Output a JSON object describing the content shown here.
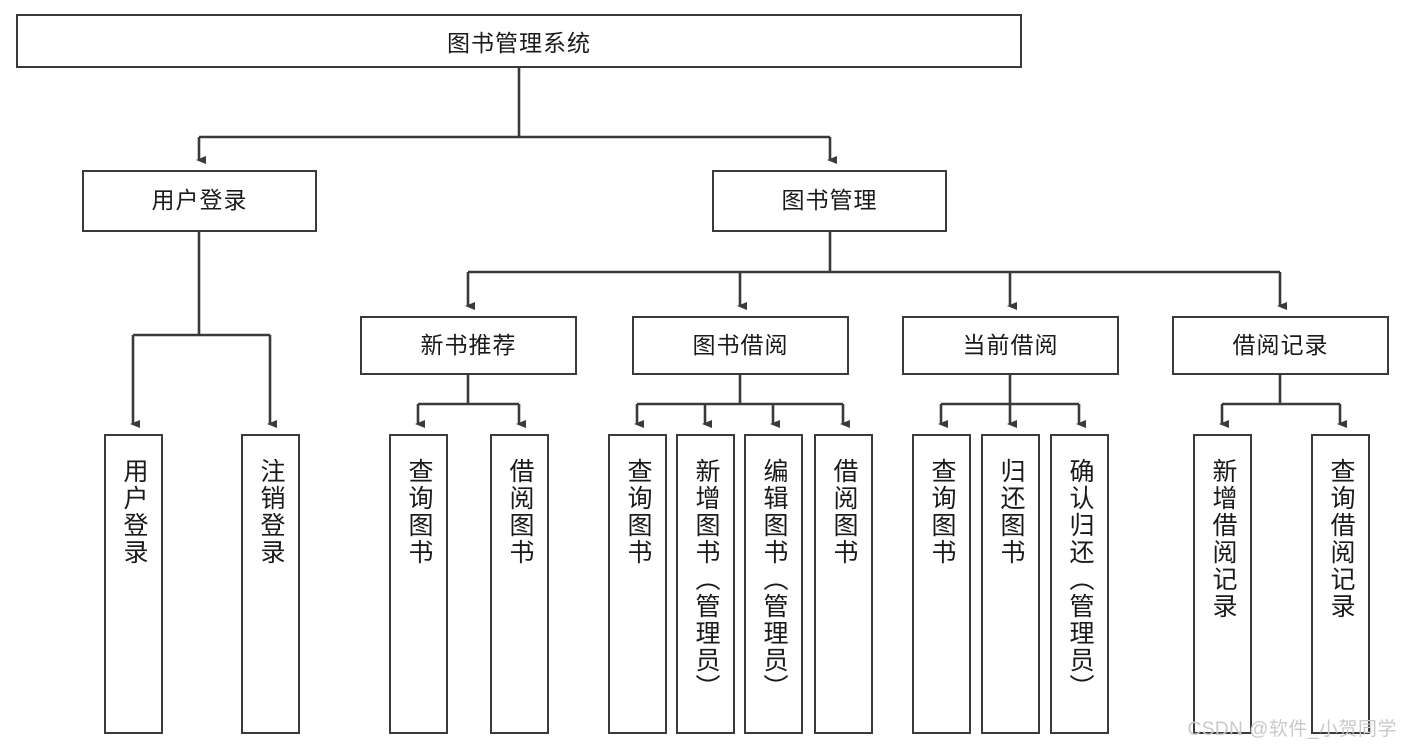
{
  "diagram": {
    "title": "图书管理系统",
    "type": "tree",
    "watermark": "CSDN @软件_小贺同学",
    "root": {
      "label": "图书管理系统"
    },
    "level2": [
      {
        "label": "用户登录"
      },
      {
        "label": "图书管理"
      }
    ],
    "level3": [
      {
        "label": "新书推荐"
      },
      {
        "label": "图书借阅"
      },
      {
        "label": "当前借阅"
      },
      {
        "label": "借阅记录"
      }
    ],
    "leaves": {
      "user_login": [
        {
          "label": "用户登录"
        },
        {
          "label": "注销登录"
        }
      ],
      "new_book_recommend": [
        {
          "label": "查询图书"
        },
        {
          "label": "借阅图书"
        }
      ],
      "book_borrow": [
        {
          "label": "查询图书"
        },
        {
          "label": "新增图书（管理员）"
        },
        {
          "label": "编辑图书（管理员）"
        },
        {
          "label": "借阅图书"
        }
      ],
      "current_borrow": [
        {
          "label": "查询图书"
        },
        {
          "label": "归还图书"
        },
        {
          "label": "确认归还（管理员）"
        }
      ],
      "borrow_record": [
        {
          "label": "新增借阅记录"
        },
        {
          "label": "查询借阅记录"
        }
      ]
    },
    "colors": {
      "box_border": "#3a3a3a",
      "box_fill": "#ffffff",
      "connector": "#3a3a3a",
      "text": "#1a1a1a",
      "watermark": "#c9c9c9"
    }
  }
}
